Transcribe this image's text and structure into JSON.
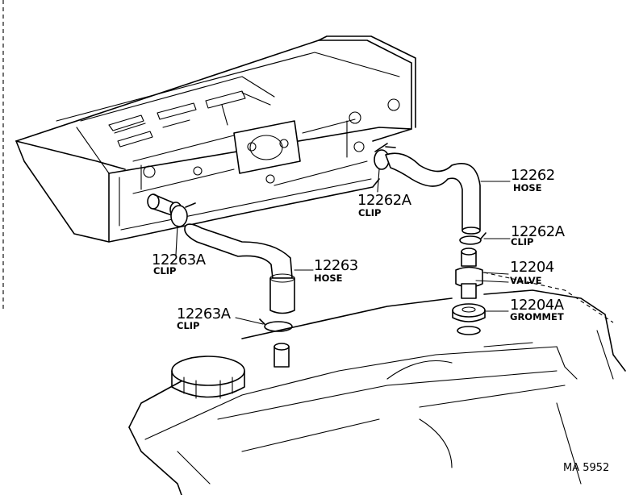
{
  "callouts": [
    {
      "id": "hose-12262",
      "part_number": "12262",
      "name": "HOSE"
    },
    {
      "id": "clip-12262a-upper",
      "part_number": "12262A",
      "name": "CLIP"
    },
    {
      "id": "clip-12262a-lower",
      "part_number": "12262A",
      "name": "CLIP"
    },
    {
      "id": "valve-12204",
      "part_number": "12204",
      "name": "VALVE"
    },
    {
      "id": "grommet-12204a",
      "part_number": "12204A",
      "name": "GROMMET"
    },
    {
      "id": "clip-12263a-upper",
      "part_number": "12263A",
      "name": "CLIP"
    },
    {
      "id": "hose-12263",
      "part_number": "12263",
      "name": "HOSE"
    },
    {
      "id": "clip-12263a-lower",
      "part_number": "12263A",
      "name": "CLIP"
    }
  ],
  "figure_code": "MA  5952"
}
